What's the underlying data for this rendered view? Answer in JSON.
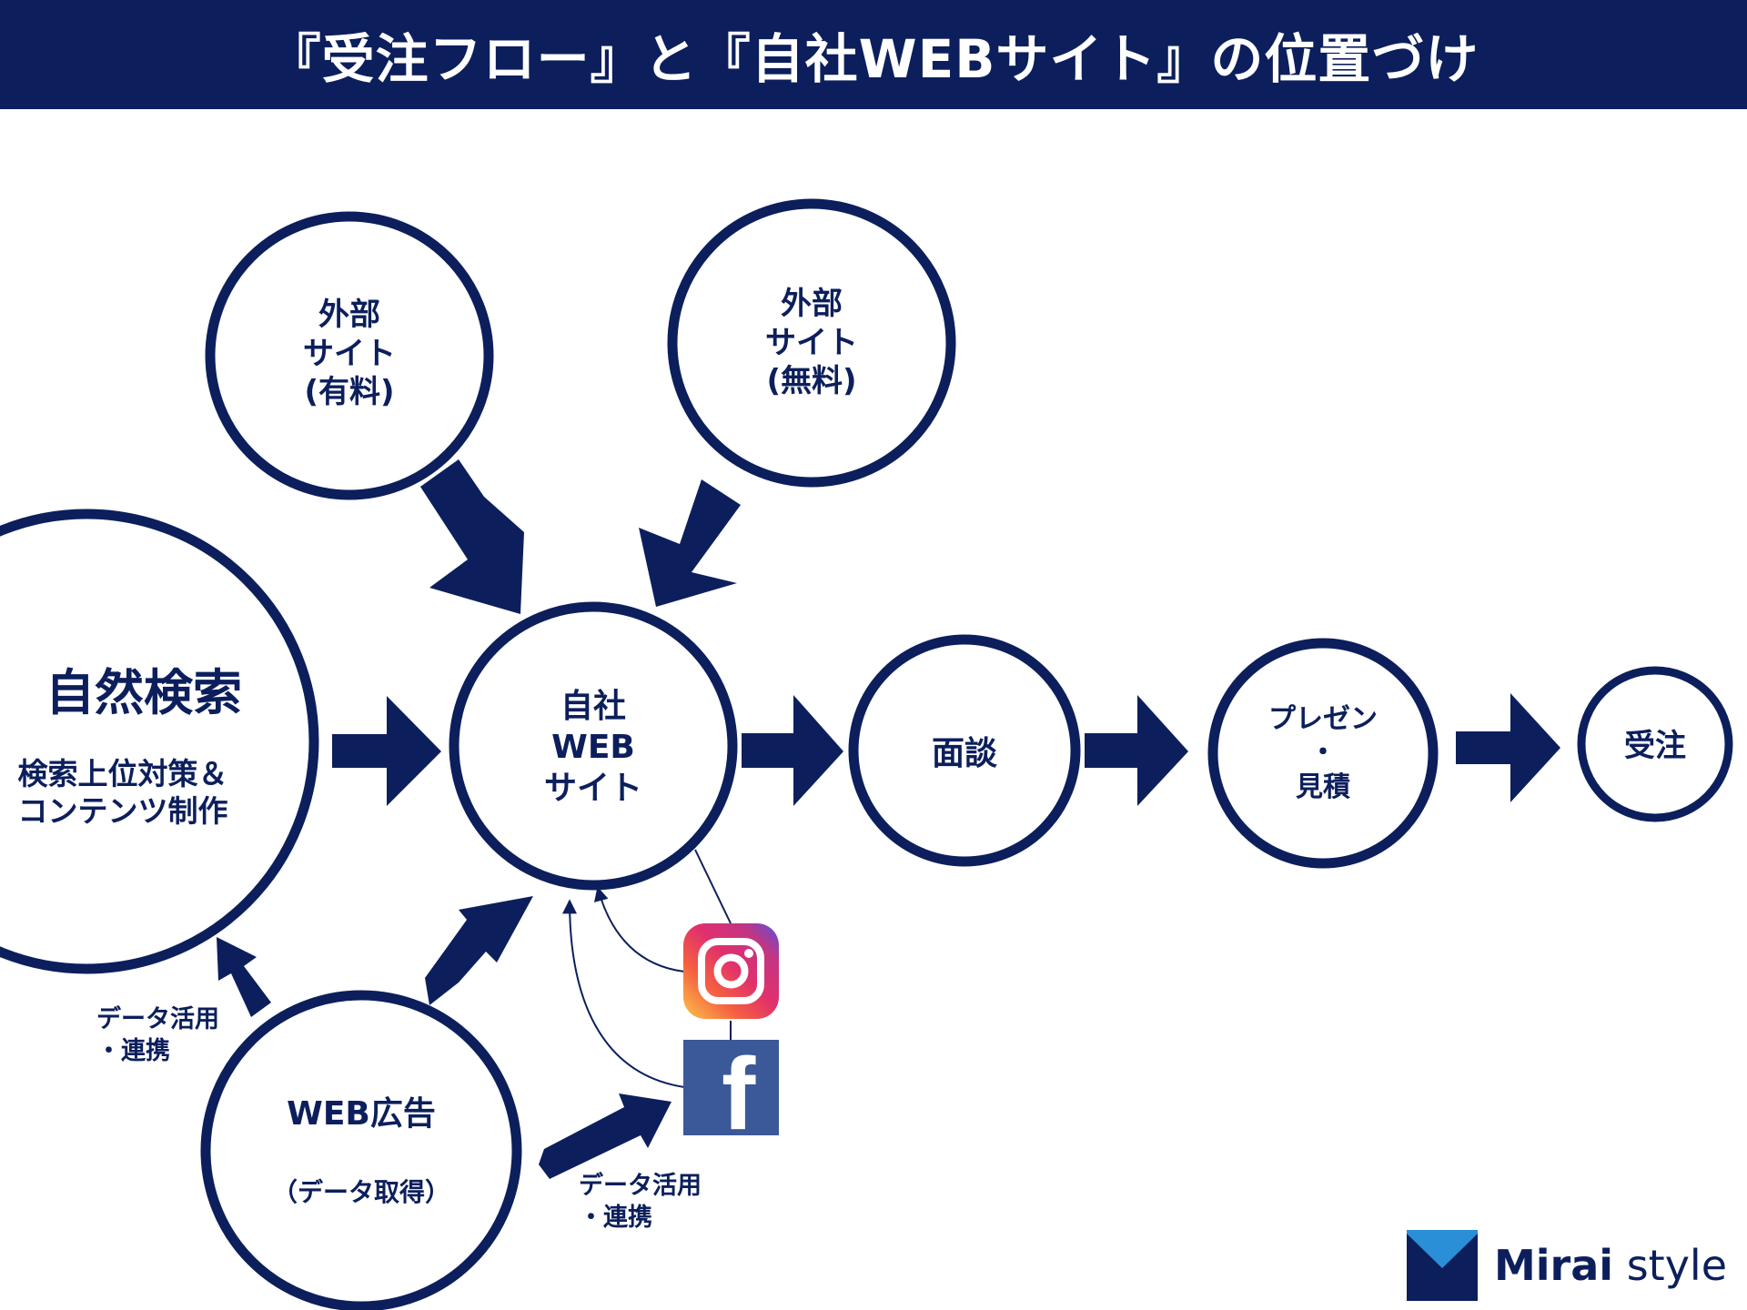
{
  "title": "『受注フロー』と『自社WEBサイト』の位置づけ",
  "nodes": {
    "paid_site": [
      "外部",
      "サイト",
      "(有料)"
    ],
    "free_site": [
      "外部",
      "サイト",
      "(無料)"
    ],
    "natural_search": {
      "heading": "自然検索",
      "lines": [
        "検索上位対策＆",
        "コンテンツ制作"
      ]
    },
    "own_site": [
      "自社",
      "WEB",
      "サイト"
    ],
    "interview": "面談",
    "presentation": [
      "プレゼン",
      "・",
      "見積"
    ],
    "order": "受注",
    "web_ads": {
      "heading": "WEB広告",
      "sub": "（データ取得）"
    }
  },
  "notes": {
    "left": [
      "データ活用",
      "・連携"
    ],
    "bottom": [
      "データ活用",
      "・連携"
    ]
  },
  "icons": {
    "instagram": "instagram-icon",
    "facebook": "facebook-icon",
    "facebook_glyph": "f",
    "logo": "mirai-style-logo-icon"
  },
  "brand": {
    "name_strong": "Mirai",
    "name_light": "style"
  },
  "colors": {
    "navy": "#0c1f5c",
    "facebook_blue": "#3b5998",
    "logo_light_blue": "#2a8fd6",
    "instagram_gradient": [
      "#fcc54a",
      "#f56040",
      "#e1306c",
      "#c13584",
      "#833ab4",
      "#5851db"
    ]
  }
}
